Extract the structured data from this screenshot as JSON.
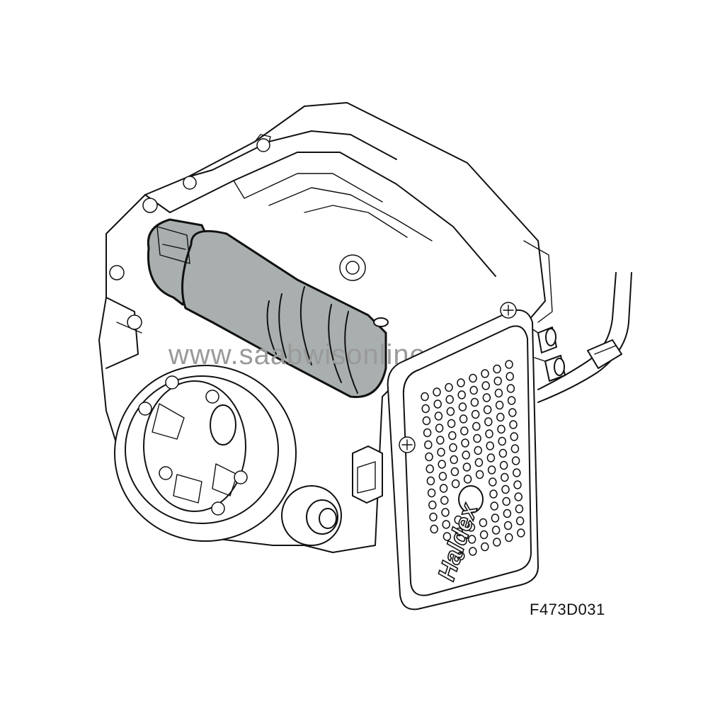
{
  "diagram": {
    "figure_id": "F473D031",
    "watermark": "www.saabwisonline.com",
    "brand_label": "Haldex",
    "highlight_color": "#a9afaf",
    "watermark_color": "#9a9a9a"
  }
}
